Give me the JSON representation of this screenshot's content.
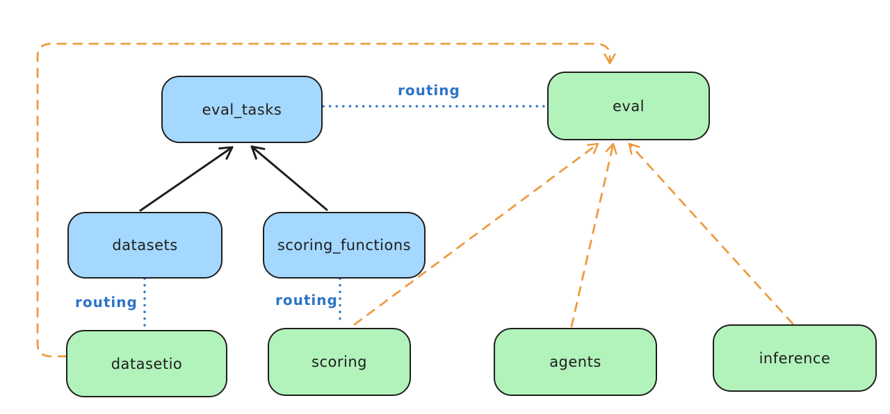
{
  "nodes": {
    "eval_tasks": {
      "label": "eval_tasks",
      "kind": "registry-blue"
    },
    "eval": {
      "label": "eval",
      "kind": "api-green"
    },
    "datasets": {
      "label": "datasets",
      "kind": "registry-blue"
    },
    "scoring_functions": {
      "label": "scoring_functions",
      "kind": "registry-blue"
    },
    "datasetio": {
      "label": "datasetio",
      "kind": "api-green"
    },
    "scoring": {
      "label": "scoring",
      "kind": "api-green"
    },
    "agents": {
      "label": "agents",
      "kind": "api-green"
    },
    "inference": {
      "label": "inference",
      "kind": "api-green"
    }
  },
  "edge_labels": {
    "eval_tasks_to_eval": "routing",
    "datasets_to_datasetio": "routing",
    "scoring_functions_to_scoring": "routing"
  },
  "colors": {
    "blue_node_fill": "#a5d8ff",
    "green_node_fill": "#b2f2bb",
    "node_border": "#1e1e1e",
    "routing_blue": "#2d74c7",
    "orange_dashed": "#ed9b40",
    "black_arrow": "#1e1e1e",
    "background": "#ffffff"
  }
}
